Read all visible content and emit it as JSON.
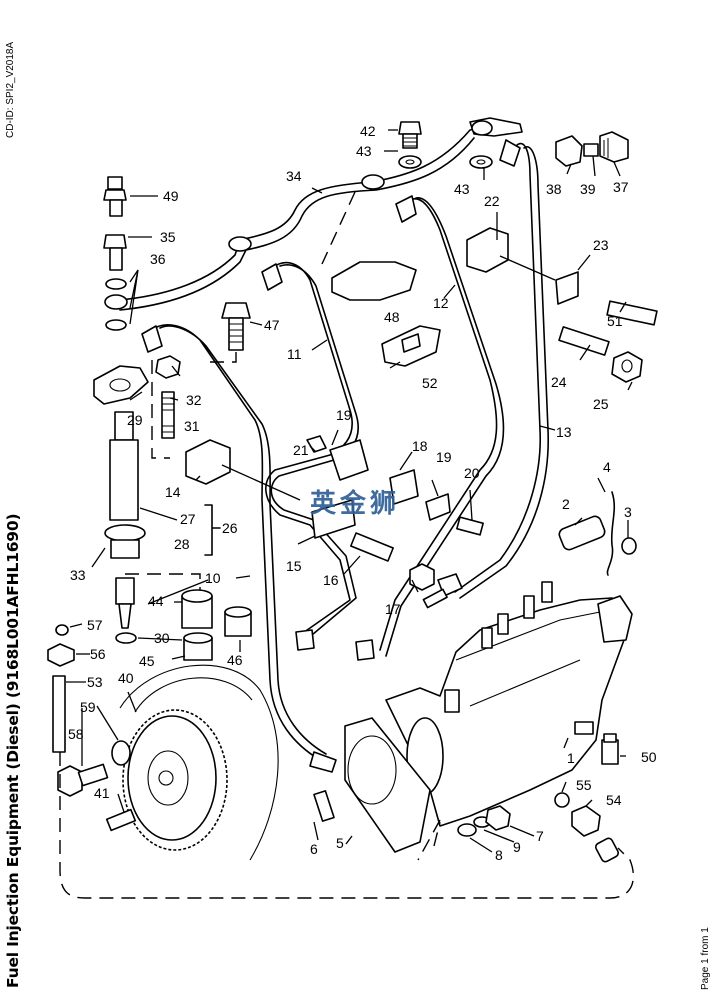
{
  "document": {
    "cd_id": "CD-ID: SPI2_V2018A",
    "title": "Fuel Injection Equipment (Diesel) (9168L001AFHL1690)",
    "page_info": "Page 1 from 1",
    "watermark": "英金狮",
    "watermark_color": "#2f5f96"
  },
  "callouts": [
    {
      "id": "c1",
      "label": "1"
    },
    {
      "id": "c2",
      "label": "2"
    },
    {
      "id": "c3",
      "label": "3"
    },
    {
      "id": "c4",
      "label": "4"
    },
    {
      "id": "c5",
      "label": "5"
    },
    {
      "id": "c6",
      "label": "6"
    },
    {
      "id": "c7",
      "label": "7"
    },
    {
      "id": "c8",
      "label": "8"
    },
    {
      "id": "c9",
      "label": "9"
    },
    {
      "id": "c10",
      "label": "10"
    },
    {
      "id": "c11",
      "label": "11"
    },
    {
      "id": "c12",
      "label": "12"
    },
    {
      "id": "c13",
      "label": "13"
    },
    {
      "id": "c14",
      "label": "14"
    },
    {
      "id": "c15",
      "label": "15"
    },
    {
      "id": "c16",
      "label": "16"
    },
    {
      "id": "c17",
      "label": "17"
    },
    {
      "id": "c18",
      "label": "18"
    },
    {
      "id": "c19a",
      "label": "19"
    },
    {
      "id": "c19b",
      "label": "19"
    },
    {
      "id": "c20",
      "label": "20"
    },
    {
      "id": "c21",
      "label": "21"
    },
    {
      "id": "c22",
      "label": "22"
    },
    {
      "id": "c23",
      "label": "23"
    },
    {
      "id": "c24",
      "label": "24"
    },
    {
      "id": "c25",
      "label": "25"
    },
    {
      "id": "c26",
      "label": "26"
    },
    {
      "id": "c27",
      "label": "27"
    },
    {
      "id": "c28",
      "label": "28"
    },
    {
      "id": "c29",
      "label": "29"
    },
    {
      "id": "c30",
      "label": "30"
    },
    {
      "id": "c31",
      "label": "31"
    },
    {
      "id": "c32",
      "label": "32"
    },
    {
      "id": "c33",
      "label": "33"
    },
    {
      "id": "c34",
      "label": "34"
    },
    {
      "id": "c35",
      "label": "35"
    },
    {
      "id": "c36",
      "label": "36"
    },
    {
      "id": "c37",
      "label": "37"
    },
    {
      "id": "c38",
      "label": "38"
    },
    {
      "id": "c39",
      "label": "39"
    },
    {
      "id": "c40",
      "label": "40"
    },
    {
      "id": "c41",
      "label": "41"
    },
    {
      "id": "c42",
      "label": "42"
    },
    {
      "id": "c43a",
      "label": "43"
    },
    {
      "id": "c43b",
      "label": "43"
    },
    {
      "id": "c44",
      "label": "44"
    },
    {
      "id": "c45",
      "label": "45"
    },
    {
      "id": "c46",
      "label": "46"
    },
    {
      "id": "c47",
      "label": "47"
    },
    {
      "id": "c48",
      "label": "48"
    },
    {
      "id": "c49",
      "label": "49"
    },
    {
      "id": "c50",
      "label": "50"
    },
    {
      "id": "c51",
      "label": "51"
    },
    {
      "id": "c52",
      "label": "52"
    },
    {
      "id": "c53",
      "label": "53"
    },
    {
      "id": "c54",
      "label": "54"
    },
    {
      "id": "c55",
      "label": "55"
    },
    {
      "id": "c56",
      "label": "56"
    },
    {
      "id": "c57",
      "label": "57"
    },
    {
      "id": "c58",
      "label": "58"
    },
    {
      "id": "c59",
      "label": "59"
    }
  ]
}
